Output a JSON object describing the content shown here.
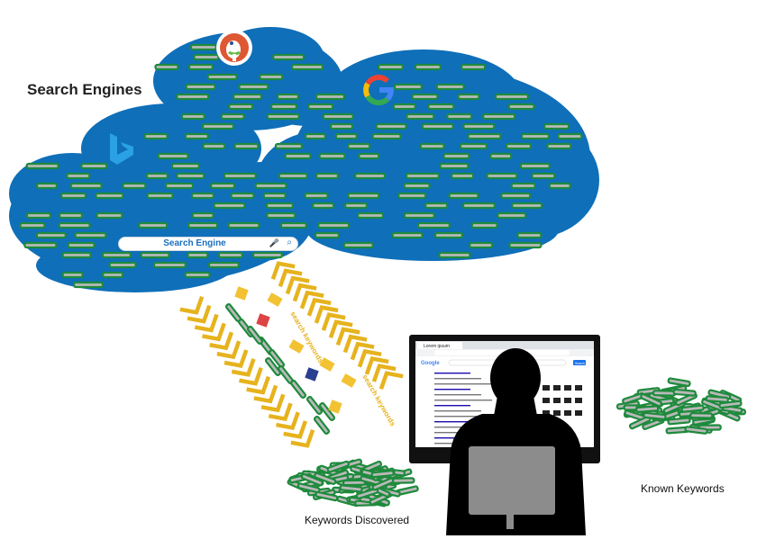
{
  "title": "Search Engines",
  "search_box": {
    "placeholder": "Search Engine"
  },
  "labels": {
    "keywords_discovered": "Keywords Discovered",
    "known_keywords": "Known Keywords"
  },
  "arrow_text": [
    "search keywords",
    "search keywords"
  ],
  "browser": {
    "tab_title": "Lorem ipsum",
    "search_button": "Search"
  },
  "icons": [
    "duckduckgo-icon",
    "google-icon",
    "bing-icon",
    "mic-icon",
    "magnifier-icon",
    "person-silhouette-icon",
    "monitor-icon"
  ],
  "colors": {
    "cloud": "#0f6fb8",
    "keyword_fill": "#b9b9b9",
    "keyword_border": "#1e8a3c",
    "arrow": "#e6b31e",
    "silhouette": "#000000"
  }
}
